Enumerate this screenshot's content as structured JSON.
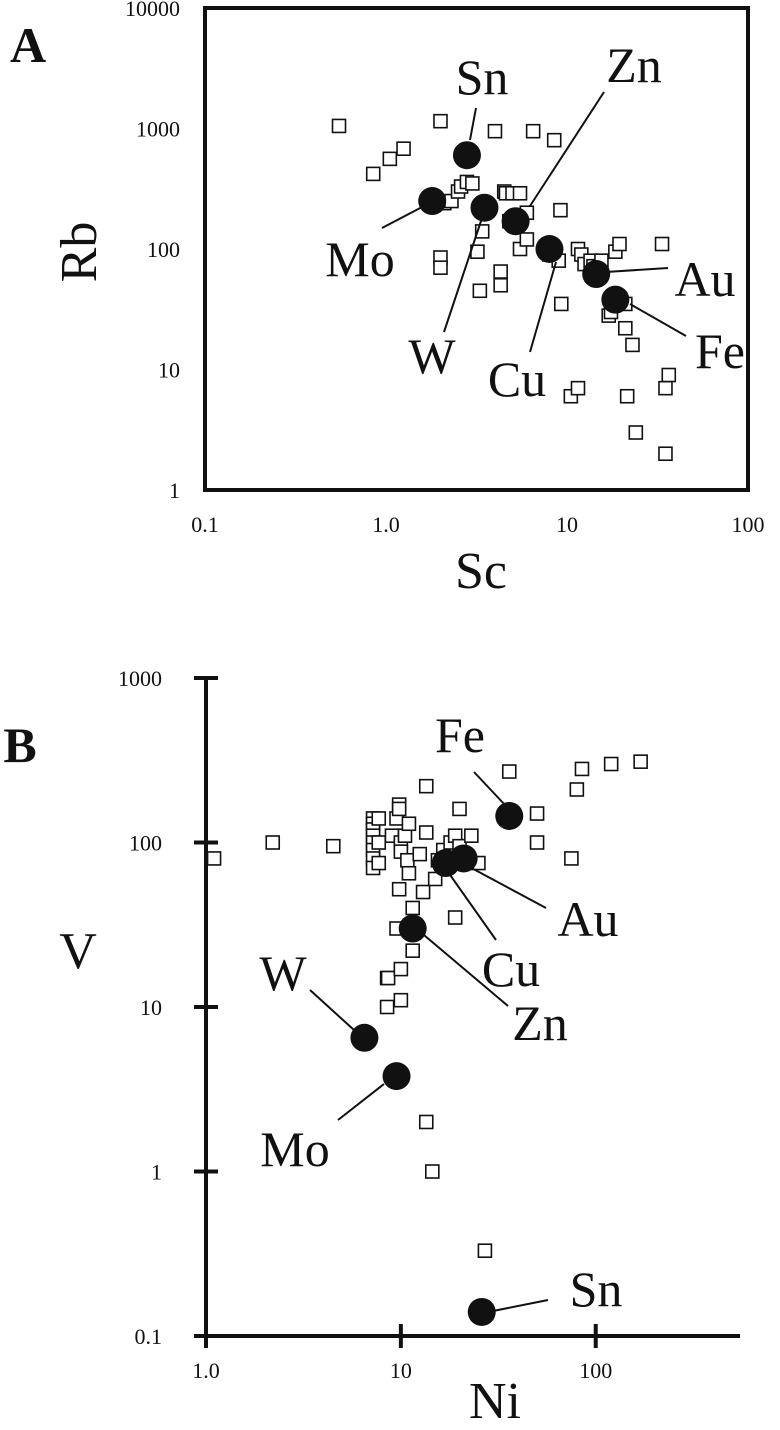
{
  "chart_data": [
    {
      "panel": "A",
      "type": "scatter",
      "xlabel": "Sc",
      "ylabel": "Rb",
      "xscale": "log",
      "yscale": "log",
      "xlim": [
        0.1,
        100
      ],
      "ylim": [
        1,
        10000
      ],
      "xticks": [
        "0.1",
        "1.0",
        "10",
        "100"
      ],
      "yticks": [
        "1",
        "10",
        "100",
        "1000",
        "10000"
      ],
      "frame": "box",
      "grid": false,
      "series": [
        {
          "marker": "open-square",
          "points": [
            [
              0.55,
              1050
            ],
            [
              0.85,
              420
            ],
            [
              1.05,
              560
            ],
            [
              1.25,
              680
            ],
            [
              2.0,
              1150
            ],
            [
              2.0,
              85
            ],
            [
              2.0,
              70
            ],
            [
              2.1,
              240
            ],
            [
              2.3,
              250
            ],
            [
              2.5,
              300
            ],
            [
              2.6,
              330
            ],
            [
              2.8,
              360
            ],
            [
              3.0,
              350
            ],
            [
              3.2,
              95
            ],
            [
              3.3,
              45
            ],
            [
              3.4,
              140
            ],
            [
              4.0,
              950
            ],
            [
              4.5,
              300
            ],
            [
              4.6,
              290
            ],
            [
              4.8,
              170
            ],
            [
              5.0,
              290
            ],
            [
              5.5,
              290
            ],
            [
              4.3,
              65
            ],
            [
              4.3,
              50
            ],
            [
              5.5,
              100
            ],
            [
              6.0,
              200
            ],
            [
              6.0,
              120
            ],
            [
              6.5,
              950
            ],
            [
              8.0,
              90
            ],
            [
              8.5,
              800
            ],
            [
              9.0,
              80
            ],
            [
              9.2,
              210
            ],
            [
              9.3,
              35
            ],
            [
              10.5,
              6
            ],
            [
              11.5,
              100
            ],
            [
              11.5,
              7
            ],
            [
              12.0,
              90
            ],
            [
              12.5,
              75
            ],
            [
              13.5,
              80
            ],
            [
              14.0,
              72
            ],
            [
              15.5,
              80
            ],
            [
              17.0,
              28
            ],
            [
              17.5,
              30
            ],
            [
              18.5,
              95
            ],
            [
              19.5,
              110
            ],
            [
              21.0,
              22
            ],
            [
              21.0,
              35
            ],
            [
              21.5,
              6
            ],
            [
              23.0,
              16
            ],
            [
              24.0,
              3
            ],
            [
              33.5,
              110
            ],
            [
              35.0,
              7
            ],
            [
              35.0,
              2
            ],
            [
              36.5,
              9
            ]
          ]
        },
        {
          "marker": "filled-circle",
          "labeled": [
            {
              "label": "Sn",
              "x": 2.8,
              "y": 600
            },
            {
              "label": "Mo",
              "x": 1.8,
              "y": 250
            },
            {
              "label": "W",
              "x": 3.5,
              "y": 220
            },
            {
              "label": "Zn",
              "x": 5.2,
              "y": 170
            },
            {
              "label": "Cu",
              "x": 8.0,
              "y": 100
            },
            {
              "label": "Au",
              "x": 14.5,
              "y": 62
            },
            {
              "label": "Fe",
              "x": 18.5,
              "y": 38
            }
          ]
        }
      ]
    },
    {
      "panel": "B",
      "type": "scatter",
      "xlabel": "Ni",
      "ylabel": "V",
      "xscale": "log",
      "yscale": "log",
      "xlim": [
        1,
        550
      ],
      "ylim": [
        0.1,
        1000
      ],
      "xticks": [
        "1.0",
        "10",
        "100"
      ],
      "yticks": [
        "0.1",
        "1",
        "10",
        "100",
        "1000"
      ],
      "frame": "axes",
      "grid": false,
      "series": [
        {
          "marker": "open-square",
          "points": [
            [
              1.1,
              80
            ],
            [
              2.2,
              100
            ],
            [
              4.5,
              95
            ],
            [
              7.2,
              140
            ],
            [
              7.2,
              130
            ],
            [
              7.2,
              120
            ],
            [
              7.2,
              110
            ],
            [
              7.2,
              100
            ],
            [
              7.2,
              90
            ],
            [
              7.2,
              80
            ],
            [
              7.2,
              70
            ],
            [
              7.7,
              140
            ],
            [
              7.7,
              100
            ],
            [
              7.7,
              75
            ],
            [
              8.5,
              15
            ],
            [
              8.5,
              10
            ],
            [
              8.6,
              15
            ],
            [
              9.0,
              110
            ],
            [
              9.5,
              140
            ],
            [
              9.5,
              30
            ],
            [
              9.8,
              170
            ],
            [
              9.8,
              160
            ],
            [
              9.8,
              52
            ],
            [
              10.0,
              100
            ],
            [
              10.0,
              88
            ],
            [
              10.0,
              17
            ],
            [
              10.0,
              11
            ],
            [
              10.5,
              110
            ],
            [
              10.8,
              78
            ],
            [
              11.0,
              130
            ],
            [
              11.0,
              65
            ],
            [
              11.5,
              40
            ],
            [
              11.5,
              30
            ],
            [
              11.5,
              22
            ],
            [
              12.5,
              85
            ],
            [
              13.0,
              50
            ],
            [
              13.5,
              220
            ],
            [
              13.5,
              115
            ],
            [
              13.5,
              2
            ],
            [
              14.5,
              1
            ],
            [
              15.0,
              60
            ],
            [
              15.5,
              78
            ],
            [
              16.5,
              90
            ],
            [
              18.0,
              100
            ],
            [
              19.0,
              35
            ],
            [
              19.0,
              110
            ],
            [
              20.0,
              160
            ],
            [
              20.0,
              95
            ],
            [
              23.0,
              110
            ],
            [
              25.0,
              75
            ],
            [
              27.0,
              0.33
            ],
            [
              36.0,
              270
            ],
            [
              50.0,
              150
            ],
            [
              50.0,
              100
            ],
            [
              75.0,
              80
            ],
            [
              80.0,
              210
            ],
            [
              85.0,
              280
            ],
            [
              120.0,
              300
            ],
            [
              170.0,
              310
            ]
          ]
        },
        {
          "marker": "filled-circle",
          "labeled": [
            {
              "label": "Fe",
              "x": 36,
              "y": 145
            },
            {
              "label": "Au",
              "x": 21,
              "y": 80
            },
            {
              "label": "Cu",
              "x": 17,
              "y": 75
            },
            {
              "label": "Zn",
              "x": 11.5,
              "y": 30
            },
            {
              "label": "W",
              "x": 6.5,
              "y": 6.5
            },
            {
              "label": "Mo",
              "x": 9.5,
              "y": 3.8
            },
            {
              "label": "Sn",
              "x": 26,
              "y": 0.14
            }
          ]
        }
      ]
    }
  ]
}
